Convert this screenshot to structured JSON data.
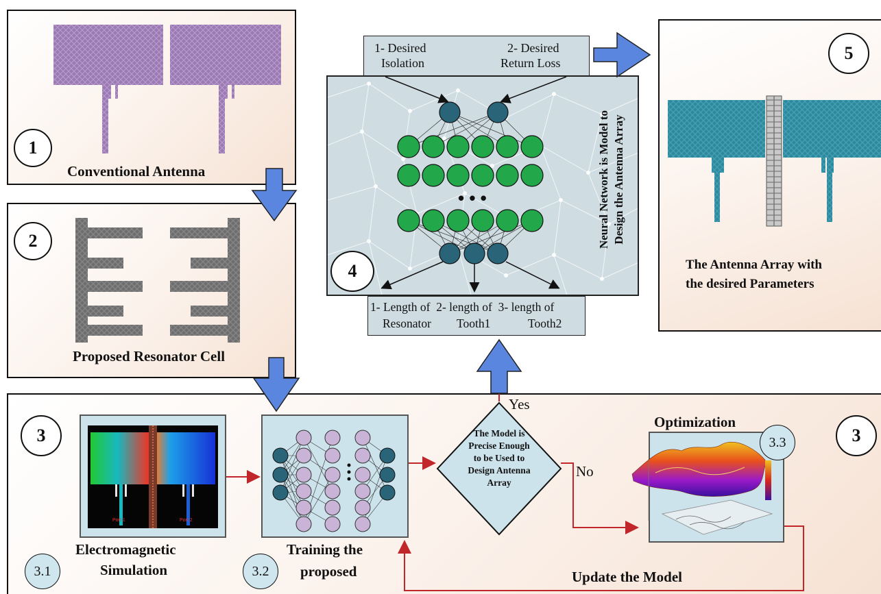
{
  "panel1": {
    "number": "1",
    "label": "Conventional Antenna"
  },
  "panel2": {
    "number": "2",
    "label": "Proposed Resonator Cell"
  },
  "panel3": {
    "number_left": "3",
    "number_right": "3",
    "step31": {
      "number": "3.1",
      "label_line1": "Electromagnetic",
      "label_line2": "Simulation",
      "port1": "Port 1",
      "port2": "Port 2"
    },
    "step32": {
      "number": "3.2",
      "label_line1": "Training the",
      "label_line2": "proposed"
    },
    "decision": {
      "line1": "The Model is",
      "line2": "Precise Enough",
      "line3": "to be Used to",
      "line4": "Design Antenna",
      "line5": "Array",
      "yes": "Yes",
      "no": "No"
    },
    "step33": {
      "number": "3.3",
      "label": "Optimization"
    },
    "update_label": "Update the Model"
  },
  "panel4": {
    "number": "4",
    "input1_line1": "1- Desired",
    "input1_line2": "Isolation",
    "input2_line1": "2- Desired",
    "input2_line2": "Return Loss",
    "side_line1": "Neural Network is Model to",
    "side_line2": "Design the Antenna Array",
    "dots": "• • •",
    "output_line1": "1- Length of  2- length of  3- length of",
    "output1": "Resonator",
    "output2": "Tooth1",
    "output3": "Tooth2"
  },
  "panel5": {
    "number": "5",
    "label_line1": "The Antenna Array with",
    "label_line2": "the desired Parameters"
  },
  "colors": {
    "patch_purple": "#9c7bb4",
    "patch_teal": "#2d8a9e",
    "resonator_gray": "#6e6e6e",
    "node_teal": "#2a6478",
    "node_green": "#22a84a",
    "node_lilac": "#c9b3d6",
    "arrow_blue": "#5b86e0",
    "flow_red": "#c0262a"
  }
}
